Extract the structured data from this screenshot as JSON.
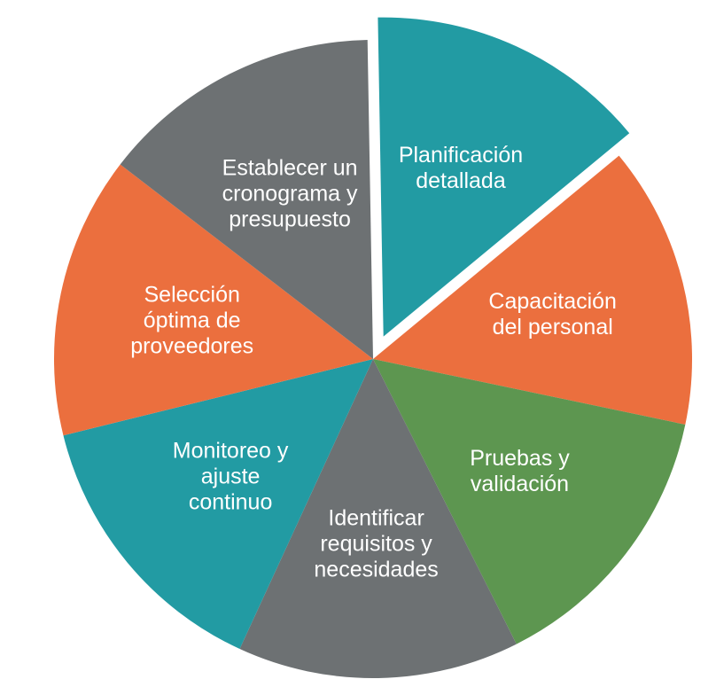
{
  "diagram": {
    "segments": [
      {
        "label": "Planificación\ndetallada",
        "color": "#229ba3",
        "exploded": true
      },
      {
        "label": "Capacitación\ndel personal",
        "color": "#eb6f3e",
        "exploded": false
      },
      {
        "label": "Pruebas y\nvalidación",
        "color": "#5d9650",
        "exploded": false
      },
      {
        "label": "Identificar\nrequisitos y\nnecesidades",
        "color": "#6d7173",
        "exploded": false
      },
      {
        "label": "Monitoreo y\najuste\ncontinuo",
        "color": "#229ba3",
        "exploded": false
      },
      {
        "label": "Selección\nóptima de\nproveedores",
        "color": "#eb6f3e",
        "exploded": false
      },
      {
        "label": "Establecer un\ncronograma y\npresupuesto",
        "color": "#6d7173",
        "exploded": false
      }
    ]
  }
}
